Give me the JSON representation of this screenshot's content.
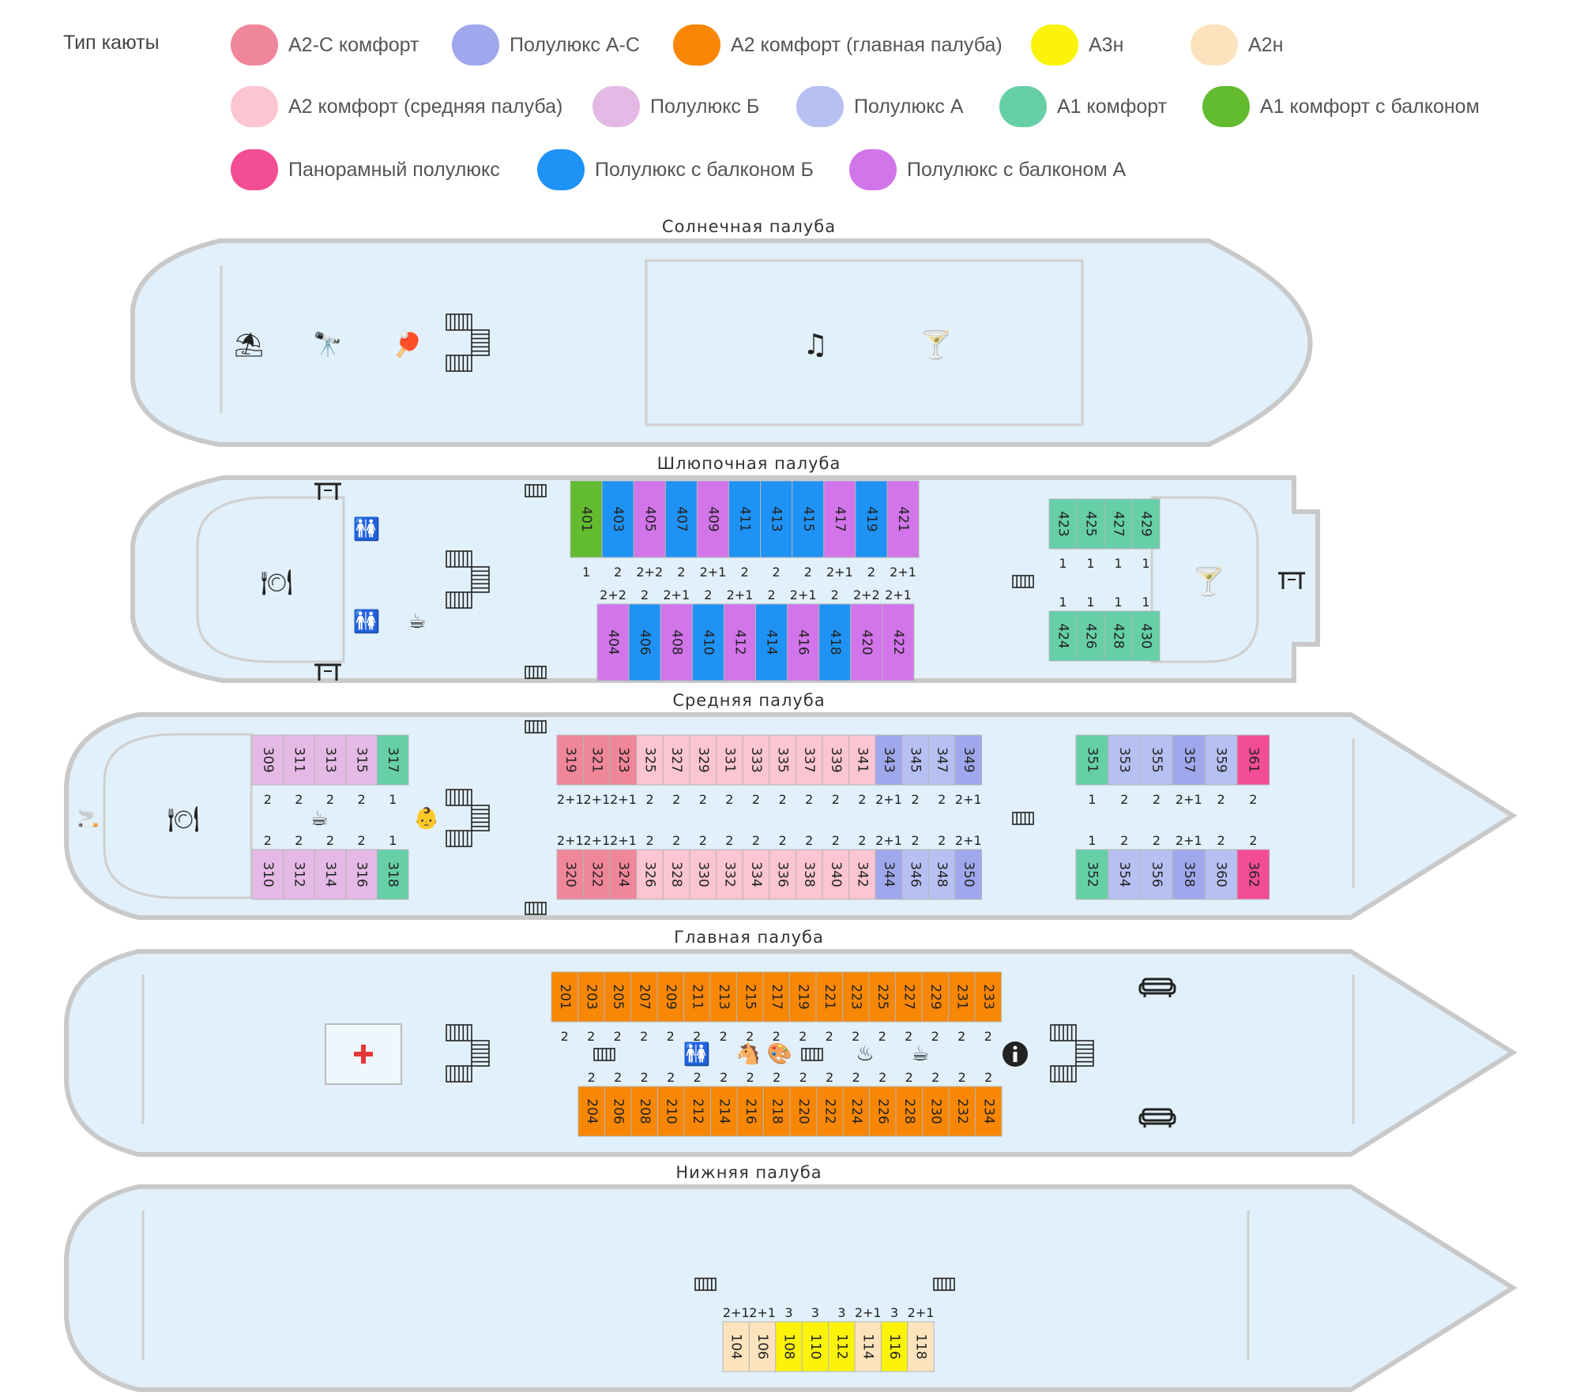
{
  "legend": {
    "title": "Тип каюты",
    "items": [
      {
        "id": "a2c",
        "label": "А2-С комфорт",
        "color": "#f0869a"
      },
      {
        "id": "plac",
        "label": "Полулюкс А-С",
        "color": "#9fa8ec"
      },
      {
        "id": "a2main",
        "label": "А2 комфорт (главная палуба)",
        "color": "#f88706"
      },
      {
        "id": "a3n",
        "label": "А3н",
        "color": "#fbf40a"
      },
      {
        "id": "a2n",
        "label": "А2н",
        "color": "#fde3bd"
      },
      {
        "id": "a2mid",
        "label": "А2 комфорт (средняя палуба)",
        "color": "#fbc5d1"
      },
      {
        "id": "plb",
        "label": "Полулюкс Б",
        "color": "#e5b9e6"
      },
      {
        "id": "pla",
        "label": "Полулюкс А",
        "color": "#b7c0f2"
      },
      {
        "id": "a1",
        "label": "А1 комфорт",
        "color": "#66cfa8"
      },
      {
        "id": "a1b",
        "label": "А1 комфорт с балконом",
        "color": "#63bb30"
      },
      {
        "id": "pan",
        "label": "Панорамный полулюкс",
        "color": "#f34d95"
      },
      {
        "id": "plbb",
        "label": "Полулюкс с балконом Б",
        "color": "#1f92f5"
      },
      {
        "id": "plba",
        "label": "Полулюкс с балконом А",
        "color": "#d275ea"
      }
    ]
  },
  "decks": {
    "sun": {
      "title": "Солнечная  палуба"
    },
    "boat": {
      "title": "Шлюпочная  палуба",
      "rows": [
        {
          "cabins": [
            [
              "401",
              "a1b",
              "1"
            ],
            [
              "403",
              "plbb",
              "2"
            ],
            [
              "405",
              "plba",
              "2+2"
            ],
            [
              "407",
              "plbb",
              "2"
            ],
            [
              "409",
              "plba",
              "2+1"
            ],
            [
              "411",
              "plbb",
              "2"
            ],
            [
              "413",
              "plbb",
              "2"
            ],
            [
              "415",
              "plbb",
              "2"
            ],
            [
              "417",
              "plba",
              "2+1"
            ],
            [
              "419",
              "plbb",
              "2"
            ],
            [
              "421",
              "plba",
              "2+1"
            ]
          ]
        },
        {
          "cabins": [
            [
              "404",
              "plba",
              "2+2"
            ],
            [
              "406",
              "plbb",
              "2"
            ],
            [
              "408",
              "plba",
              "2+1"
            ],
            [
              "410",
              "plbb",
              "2"
            ],
            [
              "412",
              "plba",
              "2+1"
            ],
            [
              "414",
              "plbb",
              "2"
            ],
            [
              "416",
              "plba",
              "2+1"
            ],
            [
              "418",
              "plbb",
              "2"
            ],
            [
              "420",
              "plba",
              "2+2"
            ],
            [
              "422",
              "plba",
              "2+1"
            ]
          ]
        },
        {
          "cabins": [
            [
              "423",
              "a1",
              "1"
            ],
            [
              "425",
              "a1",
              "1"
            ],
            [
              "427",
              "a1",
              "1"
            ],
            [
              "429",
              "a1",
              "1"
            ]
          ]
        },
        {
          "cabins": [
            [
              "424",
              "a1",
              "1"
            ],
            [
              "426",
              "a1",
              "1"
            ],
            [
              "428",
              "a1",
              "1"
            ],
            [
              "430",
              "a1",
              "1"
            ]
          ]
        }
      ]
    },
    "middle": {
      "title": "Средняя  палуба",
      "rows": [
        {
          "cabins": [
            [
              "309",
              "plb",
              "2"
            ],
            [
              "311",
              "plb",
              "2"
            ],
            [
              "313",
              "plb",
              "2"
            ],
            [
              "315",
              "plb",
              "2"
            ],
            [
              "317",
              "a1",
              "1"
            ]
          ]
        },
        {
          "cabins": [
            [
              "310",
              "plb",
              "2"
            ],
            [
              "312",
              "plb",
              "2"
            ],
            [
              "314",
              "plb",
              "2"
            ],
            [
              "316",
              "plb",
              "2"
            ],
            [
              "318",
              "a1",
              "1"
            ]
          ]
        },
        {
          "cabins": [
            [
              "319",
              "a2c",
              "2+1"
            ],
            [
              "321",
              "a2c",
              "2+1"
            ],
            [
              "323",
              "a2c",
              "2+1"
            ],
            [
              "325",
              "a2mid",
              "2"
            ],
            [
              "327",
              "a2mid",
              "2"
            ],
            [
              "329",
              "a2mid",
              "2"
            ],
            [
              "331",
              "a2mid",
              "2"
            ],
            [
              "333",
              "a2mid",
              "2"
            ],
            [
              "335",
              "a2mid",
              "2"
            ],
            [
              "337",
              "a2mid",
              "2"
            ],
            [
              "339",
              "a2mid",
              "2"
            ],
            [
              "341",
              "a2mid",
              "2"
            ],
            [
              "343",
              "plac",
              "2+1"
            ],
            [
              "345",
              "pla",
              "2"
            ],
            [
              "347",
              "pla",
              "2"
            ],
            [
              "349",
              "plac",
              "2+1"
            ]
          ]
        },
        {
          "cabins": [
            [
              "320",
              "a2c",
              "2+1"
            ],
            [
              "322",
              "a2c",
              "2+1"
            ],
            [
              "324",
              "a2c",
              "2+1"
            ],
            [
              "326",
              "a2mid",
              "2"
            ],
            [
              "328",
              "a2mid",
              "2"
            ],
            [
              "330",
              "a2mid",
              "2"
            ],
            [
              "332",
              "a2mid",
              "2"
            ],
            [
              "334",
              "a2mid",
              "2"
            ],
            [
              "336",
              "a2mid",
              "2"
            ],
            [
              "338",
              "a2mid",
              "2"
            ],
            [
              "340",
              "a2mid",
              "2"
            ],
            [
              "342",
              "a2mid",
              "2"
            ],
            [
              "344",
              "plac",
              "2+1"
            ],
            [
              "346",
              "pla",
              "2"
            ],
            [
              "348",
              "pla",
              "2"
            ],
            [
              "350",
              "plac",
              "2+1"
            ]
          ]
        },
        {
          "cabins": [
            [
              "351",
              "a1",
              "1"
            ],
            [
              "353",
              "pla",
              "2"
            ],
            [
              "355",
              "pla",
              "2"
            ],
            [
              "357",
              "plac",
              "2+1"
            ],
            [
              "359",
              "pla",
              "2"
            ],
            [
              "361",
              "pan",
              "2"
            ]
          ]
        },
        {
          "cabins": [
            [
              "352",
              "a1",
              "1"
            ],
            [
              "354",
              "pla",
              "2"
            ],
            [
              "356",
              "pla",
              "2"
            ],
            [
              "358",
              "plac",
              "2+1"
            ],
            [
              "360",
              "pla",
              "2"
            ],
            [
              "362",
              "pan",
              "2"
            ]
          ]
        }
      ]
    },
    "main": {
      "title": "Главная  палуба",
      "rows": [
        {
          "cabins": [
            [
              "201",
              "a2main",
              "2"
            ],
            [
              "203",
              "a2main",
              "2"
            ],
            [
              "205",
              "a2main",
              "2"
            ],
            [
              "207",
              "a2main",
              "2"
            ],
            [
              "209",
              "a2main",
              "2"
            ],
            [
              "211",
              "a2main",
              "2"
            ],
            [
              "213",
              "a2main",
              "2"
            ],
            [
              "215",
              "a2main",
              "2"
            ],
            [
              "217",
              "a2main",
              "2"
            ],
            [
              "219",
              "a2main",
              "2"
            ],
            [
              "221",
              "a2main",
              "2"
            ],
            [
              "223",
              "a2main",
              "2"
            ],
            [
              "225",
              "a2main",
              "2"
            ],
            [
              "227",
              "a2main",
              "2"
            ],
            [
              "229",
              "a2main",
              "2"
            ],
            [
              "231",
              "a2main",
              "2"
            ],
            [
              "233",
              "a2main",
              "2"
            ]
          ]
        },
        {
          "cabins": [
            [
              "204",
              "a2main",
              "2"
            ],
            [
              "206",
              "a2main",
              "2"
            ],
            [
              "208",
              "a2main",
              "2"
            ],
            [
              "210",
              "a2main",
              "2"
            ],
            [
              "212",
              "a2main",
              "2"
            ],
            [
              "214",
              "a2main",
              "2"
            ],
            [
              "216",
              "a2main",
              "2"
            ],
            [
              "218",
              "a2main",
              "2"
            ],
            [
              "220",
              "a2main",
              "2"
            ],
            [
              "222",
              "a2main",
              "2"
            ],
            [
              "224",
              "a2main",
              "2"
            ],
            [
              "226",
              "a2main",
              "2"
            ],
            [
              "228",
              "a2main",
              "2"
            ],
            [
              "230",
              "a2main",
              "2"
            ],
            [
              "232",
              "a2main",
              "2"
            ],
            [
              "234",
              "a2main",
              "2"
            ]
          ]
        }
      ]
    },
    "lower": {
      "title": "Нижняя  палуба",
      "rows": [
        {
          "cabins": [
            [
              "104",
              "a2n",
              "2+1"
            ],
            [
              "106",
              "a2n",
              "2+1"
            ],
            [
              "108",
              "a3n",
              "3"
            ],
            [
              "110",
              "a3n",
              "3"
            ],
            [
              "112",
              "a3n",
              "3"
            ],
            [
              "114",
              "a2n",
              "2+1"
            ],
            [
              "116",
              "a3n",
              "3"
            ],
            [
              "118",
              "a2n",
              "2+1"
            ]
          ]
        }
      ]
    }
  },
  "icons": {
    "restaurant": "restaurant-icon",
    "bar": "cocktail-icon",
    "music": "music-icon",
    "info": "info-icon",
    "medical": "medical-cross-icon",
    "sofa": "sofa-icon",
    "toilet": "toilet-icon",
    "stairs": "stairs-icon",
    "umbrella": "beach-umbrella-icon",
    "telescope": "telescope-icon",
    "tennis": "table-tennis-icon",
    "coffee": "coffee-machine-icon",
    "tea": "hot-water-icon",
    "playroom": "rocking-horse-icon",
    "art": "palette-icon",
    "iron": "iron-icon",
    "baby": "baby-room-icon",
    "smoking": "smoking-icon",
    "furniture": "table-chairs-icon"
  }
}
